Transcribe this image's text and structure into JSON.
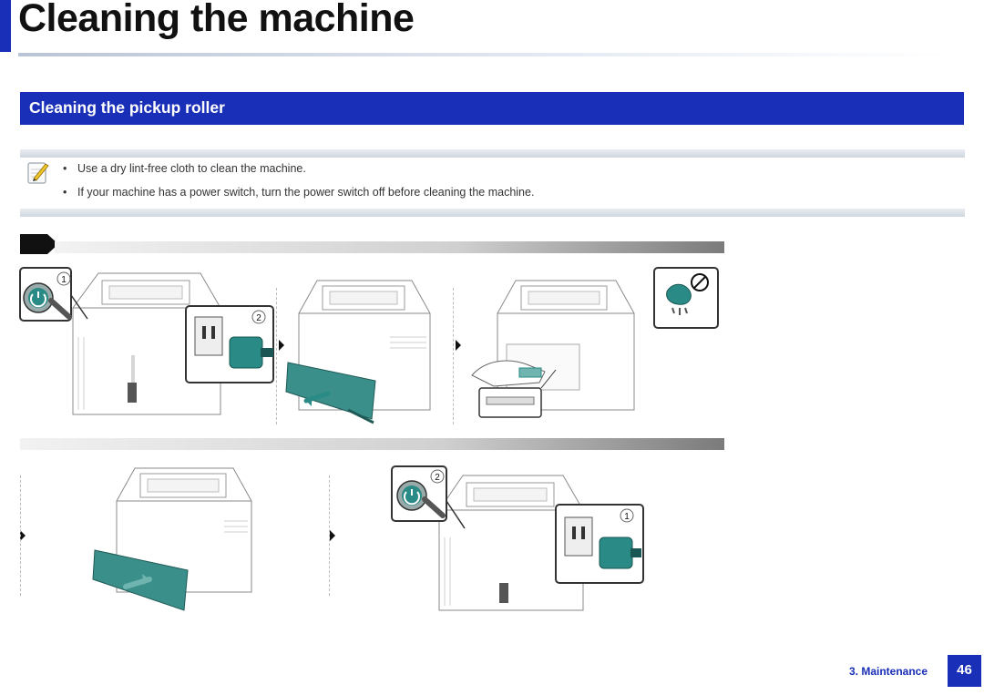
{
  "header": {
    "title": "Cleaning the machine"
  },
  "section": {
    "title": "Cleaning the pickup roller"
  },
  "note": {
    "icon": "note-pencil-icon",
    "bullets": [
      "Use a dry lint-free cloth to clean the machine.",
      "If your machine has a power switch, turn the power switch off before cleaning the machine."
    ]
  },
  "figures": {
    "step1": {
      "power_callout": "1",
      "plug_callout": "2"
    },
    "step2": {
      "power_callout": "2",
      "plug_callout": "1"
    }
  },
  "footer": {
    "chapter": "3. Maintenance",
    "page": "46"
  },
  "colors": {
    "accent": "#1a2fb8",
    "teal": "#2a8a85"
  }
}
